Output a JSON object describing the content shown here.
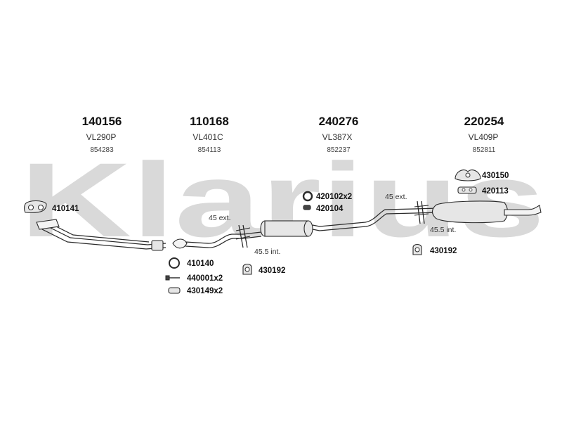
{
  "watermark": "Klarius",
  "columns": [
    {
      "part_no": "140156",
      "ref": "VL290P",
      "oe": "854283"
    },
    {
      "part_no": "110168",
      "ref": "VL401C",
      "oe": "854113"
    },
    {
      "part_no": "240276",
      "ref": "VL387X",
      "oe": "852237"
    },
    {
      "part_no": "220254",
      "ref": "VL409P",
      "oe": "852811"
    }
  ],
  "accessories": {
    "gasket_front": "410141",
    "ring_gasket": "410140",
    "bolt": "440001x2",
    "clamp_front": "430149x2",
    "hanger_mid": "430192",
    "ring_mid": "420102x2",
    "rubber_mid": "420104",
    "hanger_rear_top": "430150",
    "rubber_rear": "420113",
    "hanger_rear": "430192"
  },
  "dimensions": {
    "ext_front": "45 ext.",
    "int_front": "45.5 int.",
    "ext_rear": "45 ext.",
    "int_rear": "45.5 int."
  }
}
